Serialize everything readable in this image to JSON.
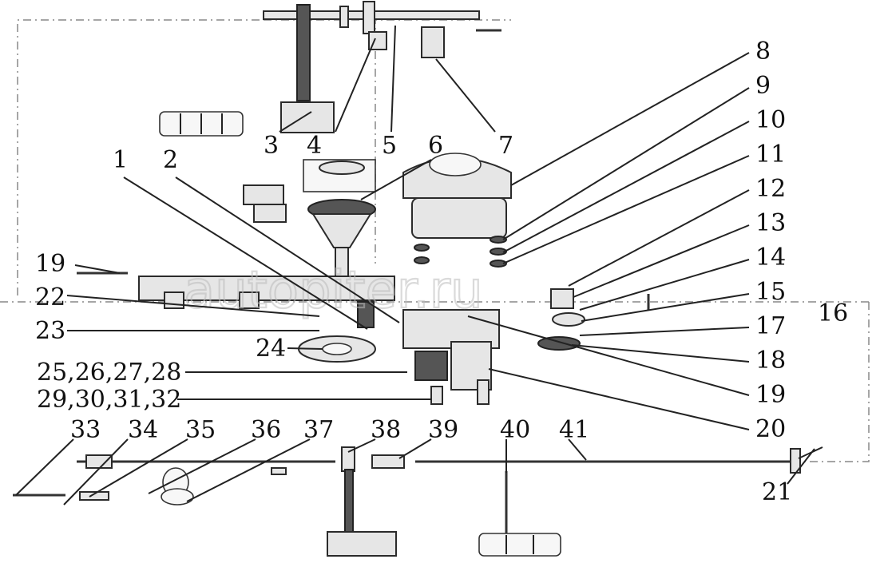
{
  "watermark": "autopiter.ru",
  "callouts": [
    {
      "id": "1",
      "text": "1"
    },
    {
      "id": "2",
      "text": "2"
    },
    {
      "id": "3",
      "text": "3"
    },
    {
      "id": "4",
      "text": "4"
    },
    {
      "id": "5",
      "text": "5"
    },
    {
      "id": "6",
      "text": "6"
    },
    {
      "id": "7",
      "text": "7"
    },
    {
      "id": "8",
      "text": "8"
    },
    {
      "id": "9",
      "text": "9"
    },
    {
      "id": "10",
      "text": "10"
    },
    {
      "id": "11",
      "text": "11"
    },
    {
      "id": "12",
      "text": "12"
    },
    {
      "id": "13",
      "text": "13"
    },
    {
      "id": "14",
      "text": "14"
    },
    {
      "id": "15",
      "text": "15"
    },
    {
      "id": "16",
      "text": "16"
    },
    {
      "id": "17",
      "text": "17"
    },
    {
      "id": "18",
      "text": "18"
    },
    {
      "id": "19a",
      "text": "19"
    },
    {
      "id": "19b",
      "text": "19"
    },
    {
      "id": "20",
      "text": "20"
    },
    {
      "id": "21",
      "text": "21"
    },
    {
      "id": "22",
      "text": "22"
    },
    {
      "id": "23",
      "text": "23"
    },
    {
      "id": "24",
      "text": "24"
    },
    {
      "id": "25-28",
      "text": "25,26,27,28"
    },
    {
      "id": "29-32",
      "text": "29,30,31,32"
    },
    {
      "id": "33",
      "text": "33"
    },
    {
      "id": "34",
      "text": "34"
    },
    {
      "id": "35",
      "text": "35"
    },
    {
      "id": "36",
      "text": "36"
    },
    {
      "id": "37",
      "text": "37"
    },
    {
      "id": "38",
      "text": "38"
    },
    {
      "id": "39",
      "text": "39"
    },
    {
      "id": "40",
      "text": "40"
    },
    {
      "id": "41",
      "text": "41"
    }
  ]
}
